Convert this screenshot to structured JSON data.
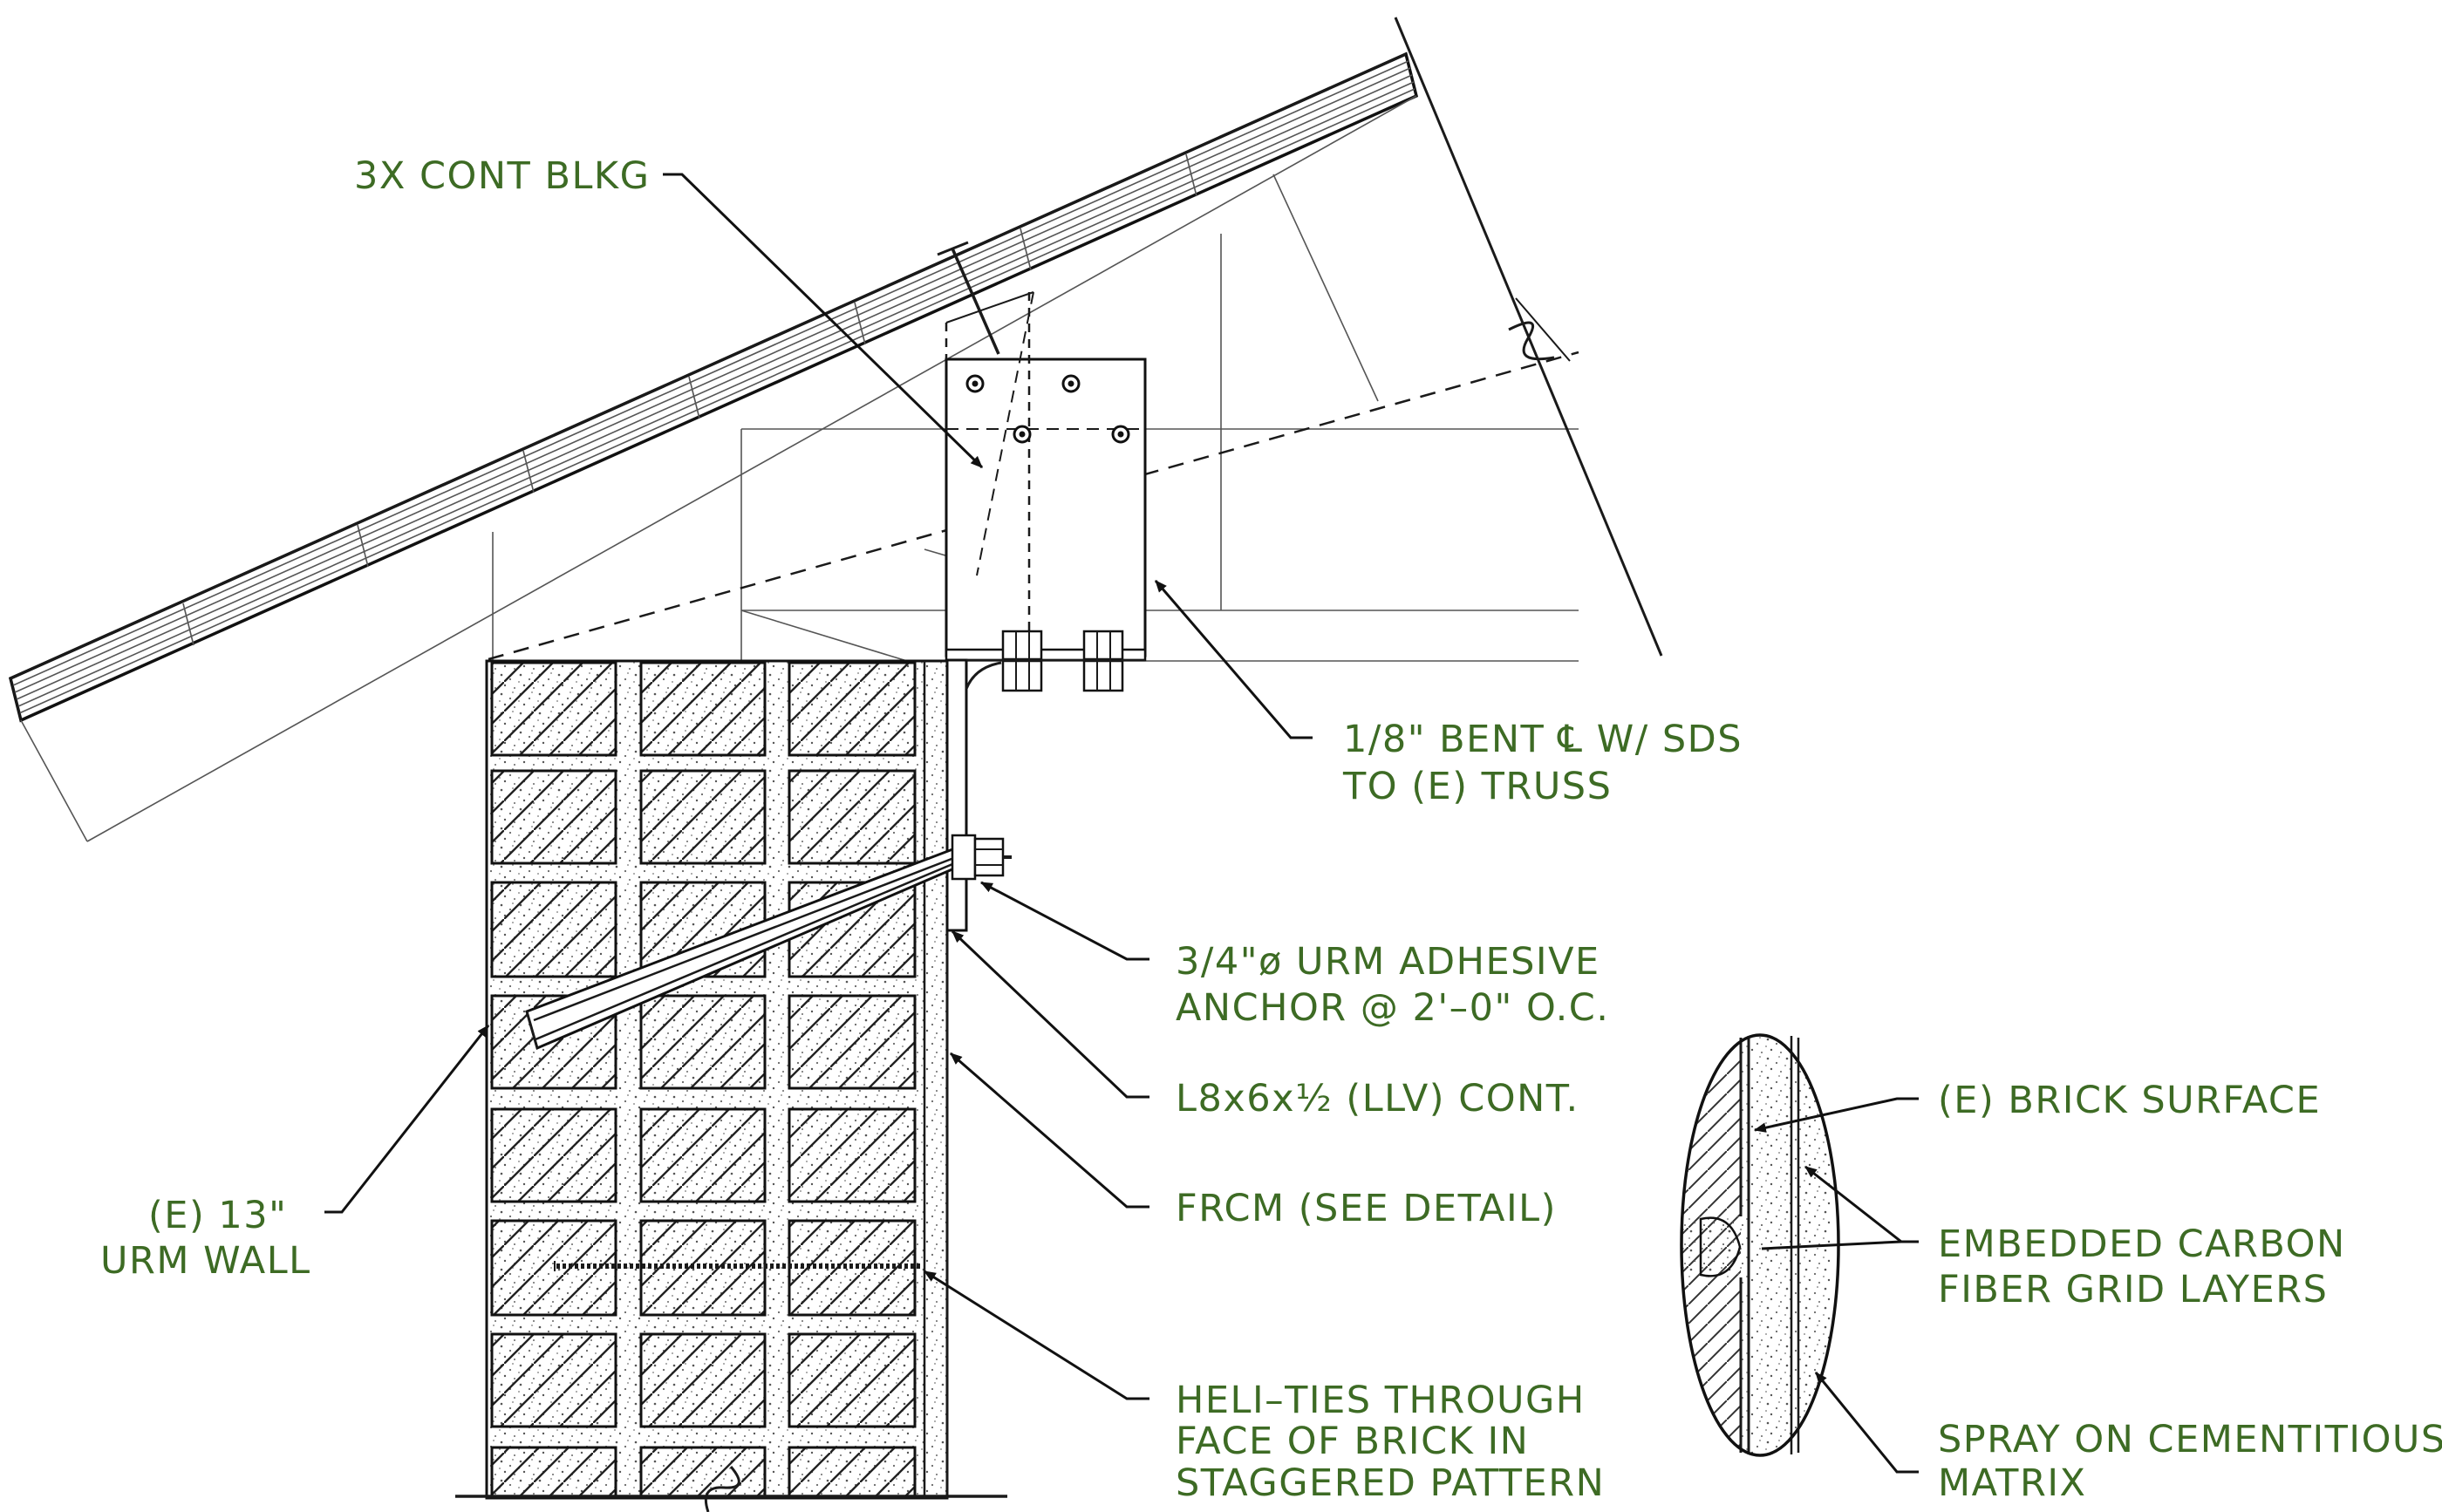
{
  "labels": {
    "blocking": "3X CONT BLKG",
    "bent_plate_1": "1/8\" BENT ℄ W/ SDS",
    "bent_plate_2": "TO (E) TRUSS",
    "anchor_1": "3/4\"ø URM ADHESIVE",
    "anchor_2": "ANCHOR @ 2'–0\" O.C.",
    "angle": "L8x6x½ (LLV) CONT.",
    "frcm": "FRCM (SEE DETAIL)",
    "wall_1": "(E) 13\"",
    "wall_2": "URM WALL",
    "heli_1": "HELI–TIES THROUGH",
    "heli_2": "FACE OF BRICK IN",
    "heli_3": "STAGGERED PATTERN",
    "brick_surface": "(E) BRICK SURFACE",
    "carbon_1": "EMBEDDED CARBON",
    "carbon_2": "FIBER GRID LAYERS",
    "spray_1": "SPRAY ON CEMENTITIOUS",
    "spray_2": "MATRIX"
  },
  "colors": {
    "text": "#3d6b24",
    "linework": "#1a1a1a"
  }
}
